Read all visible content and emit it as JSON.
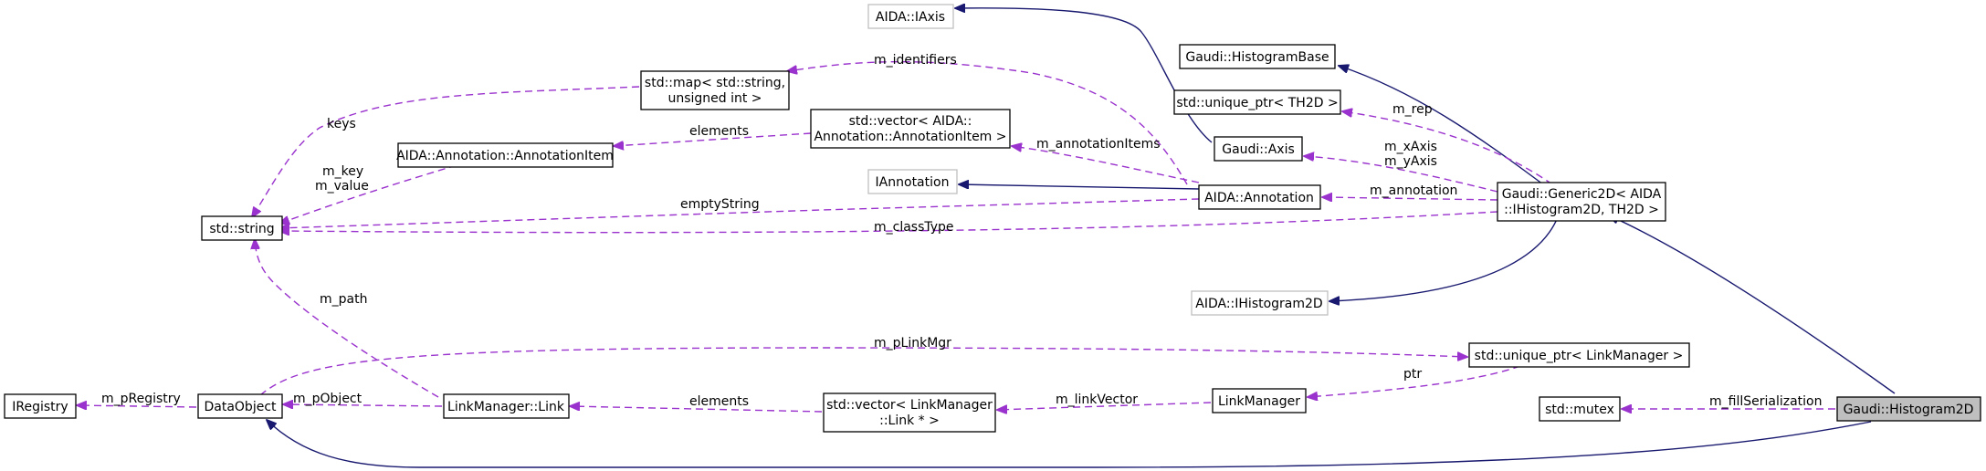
{
  "colors": {
    "inheritance": "#191970",
    "usage": "#9a32cd",
    "selected_fill": "#bfbfbf",
    "external_border": "#bfbfbf"
  },
  "nodes": {
    "iaxis": "AIDA::IAxis",
    "histogrambase": "Gaudi::HistogramBase",
    "std_map_1": "std::map< std::string,",
    "std_map_2": "unsigned int >",
    "unique_ptr_th2d": "std::unique_ptr< TH2D >",
    "vector_annot_1": "std::vector< AIDA::",
    "vector_annot_2": "Annotation::AnnotationItem >",
    "annotation_item": "AIDA::Annotation::AnnotationItem",
    "gaudi_axis": "Gaudi::Axis",
    "iannotation": "IAnnotation",
    "annotation": "AIDA::Annotation",
    "generic2d_1": "Gaudi::Generic2D< AIDA",
    "generic2d_2": "::IHistogram2D, TH2D >",
    "std_string": "std::string",
    "ihistogram2d": "AIDA::IHistogram2D",
    "unique_ptr_linkmanager": "std::unique_ptr< LinkManager >",
    "iregistry": "IRegistry",
    "dataobject": "DataObject",
    "linkmanager_link": "LinkManager::Link",
    "vector_link_1": "std::vector< LinkManager",
    "vector_link_2": "::Link * >",
    "linkmanager": "LinkManager",
    "std_mutex": "std::mutex",
    "histogram2d": "Gaudi::Histogram2D"
  },
  "edge_labels": {
    "m_identifiers": "m_identifiers",
    "keys": "keys",
    "elements_annot": "elements",
    "m_annotationitems": "m_annotationItems",
    "m_key": "m_key",
    "m_value": "m_value",
    "m_rep": "m_rep",
    "m_xaxis": "m_xAxis",
    "m_yaxis": "m_yAxis",
    "m_annotation": "m_annotation",
    "emptystring": "emptyString",
    "m_classtype": "m_classType",
    "m_path": "m_path",
    "m_plinkmgr": "m_pLinkMgr",
    "ptr": "ptr",
    "m_pregistry": "m_pRegistry",
    "m_pobject": "m_pObject",
    "elements_link": "elements",
    "m_linkvector": "m_linkVector",
    "m_fillserialization": "m_fillSerialization"
  }
}
